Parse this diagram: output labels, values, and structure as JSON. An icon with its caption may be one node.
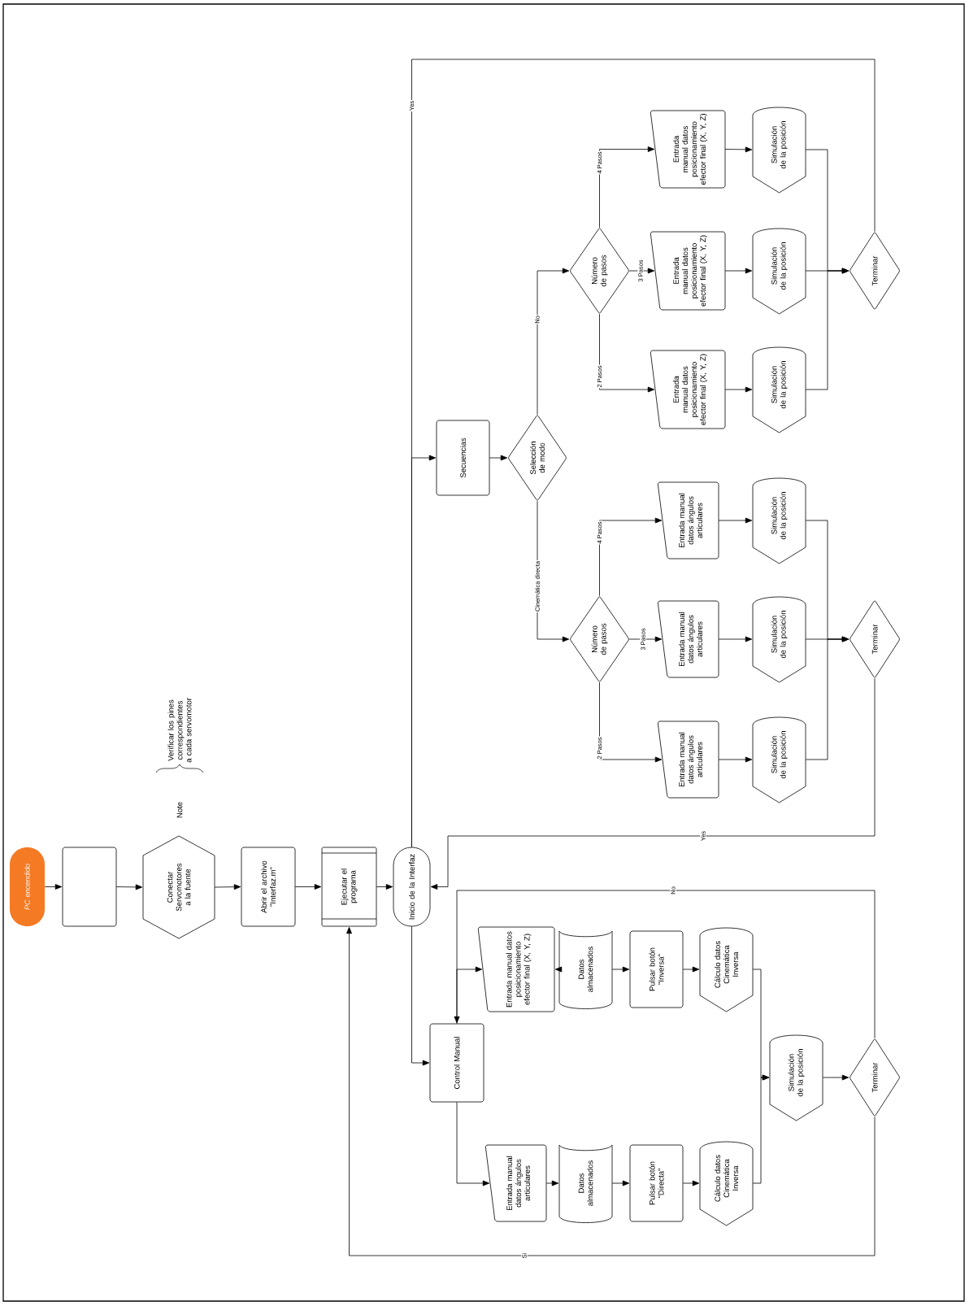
{
  "diagram": {
    "nodes": [
      {
        "text": [
          "PC encendido"
        ]
      },
      {
        "text": [],
        "shape": "box"
      },
      {
        "text": [
          "Conectar Servomotores a la fuente"
        ]
      },
      {
        "text": [
          "Abrir el archivo \"Interfaz.m\""
        ]
      },
      {
        "text": [
          "Ejecutar el programa"
        ]
      },
      {
        "text": [
          "Inicio de la Interfaz"
        ]
      },
      {
        "text": [
          "Secuencias"
        ]
      },
      {
        "text": [
          "Selección de modo"
        ]
      },
      {
        "text": [
          "Número de pasos"
        ]
      },
      {
        "text": [
          "Entrada manual datos posicionamiento efector final (X, Y, Z)"
        ]
      },
      {
        "text": [
          "Entrada manual datos posicionamiento efector final (X, Y, Z)"
        ]
      },
      {
        "text": [
          "Entrada manual datos posicionamiento efector final (X, Y, Z)"
        ]
      },
      {
        "text": [
          "Simulación de la posición"
        ]
      },
      {
        "text": [
          "Simulación de la posición"
        ]
      },
      {
        "text": [
          "Simulación de la posición"
        ]
      },
      {
        "text": [
          "Terminar"
        ]
      },
      {
        "text": [
          "Número de pasos"
        ]
      },
      {
        "text": [
          "Entrada manual datos ángulos articulares"
        ]
      },
      {
        "text": [
          "Entrada manual datos ángulos articulares"
        ]
      },
      {
        "text": [
          "Entrada manual datos ángulos articulares"
        ]
      },
      {
        "text": [
          "Simulación de la posición"
        ]
      },
      {
        "text": [
          "Simulación de la posición"
        ]
      },
      {
        "text": [
          "Simulación de la posición"
        ]
      },
      {
        "text": [
          "Terminar"
        ]
      },
      {
        "text": [
          "Control Manual"
        ]
      },
      {
        "text": [
          "Entrada manual datos posicionamiento efector final (X, Y, Z)"
        ]
      },
      {
        "text": [
          "Datos almacenados"
        ]
      },
      {
        "text": [
          "Pulsar botón \"Inversa\""
        ]
      },
      {
        "text": [
          "Cálculo datos Cinemática Inversa"
        ]
      },
      {
        "text": [
          "Entrada manual datos ángulos articulares"
        ]
      },
      {
        "text": [
          "Datos almacenados"
        ]
      },
      {
        "text": [
          "Pulsar botón \"Directa\""
        ]
      },
      {
        "text": [
          "Cálculo datos Cinemática Inversa"
        ]
      },
      {
        "text": [
          "Simulación de la posición"
        ]
      },
      {
        "text": [
          "Terminar"
        ]
      }
    ],
    "edges": [
      {
        "from": 0,
        "to": 1,
        "arrow": "to"
      },
      {
        "from": 1,
        "to": 2,
        "arrow": "to"
      },
      {
        "from": 2,
        "to": 3,
        "arrow": "to"
      },
      {
        "from": 3,
        "to": 4,
        "arrow": "to"
      },
      {
        "from": 4,
        "to": 5,
        "arrow": "to"
      },
      {
        "from": 5,
        "to": 6,
        "arrow": "to"
      },
      {
        "from": 6,
        "to": 7,
        "arrow": "to"
      },
      {
        "from": 7,
        "to": 8,
        "arrow": "to",
        "label": "No"
      },
      {
        "from": 7,
        "to": 16,
        "arrow": "to",
        "label": "Cinemática directa"
      },
      {
        "from": 8,
        "to": 9,
        "arrow": "to",
        "label": "4 Pasos"
      },
      {
        "from": 8,
        "to": 10,
        "arrow": "to",
        "label": "3 Pasos"
      },
      {
        "from": 8,
        "to": 11,
        "arrow": "to",
        "label": "2 Pasos"
      },
      {
        "from": 9,
        "to": 12,
        "arrow": "to"
      },
      {
        "from": 10,
        "to": 13,
        "arrow": "to"
      },
      {
        "from": 11,
        "to": 14,
        "arrow": "to"
      },
      {
        "from": 12,
        "to": 15,
        "arrow": "to"
      },
      {
        "from": 13,
        "to": 15,
        "arrow": "to"
      },
      {
        "from": 14,
        "to": 15,
        "arrow": "to"
      },
      {
        "from": 15,
        "to": 5,
        "arrow": "none",
        "label": "Yes"
      },
      {
        "from": 16,
        "to": 17,
        "arrow": "to",
        "label": "4 Pasos"
      },
      {
        "from": 16,
        "to": 18,
        "arrow": "to",
        "label": "3 Pasos"
      },
      {
        "from": 16,
        "to": 19,
        "arrow": "to",
        "label": "2 Pasos"
      },
      {
        "from": 17,
        "to": 20,
        "arrow": "to"
      },
      {
        "from": 18,
        "to": 21,
        "arrow": "to"
      },
      {
        "from": 19,
        "to": 22,
        "arrow": "to"
      },
      {
        "from": 20,
        "to": 23,
        "arrow": "to"
      },
      {
        "from": 21,
        "to": 23,
        "arrow": "to"
      },
      {
        "from": 22,
        "to": 23,
        "arrow": "to"
      },
      {
        "from": 23,
        "to": 5,
        "arrow": "to",
        "label": "Yes"
      },
      {
        "from": 5,
        "to": 24,
        "arrow": "to"
      },
      {
        "from": 24,
        "to": 25,
        "arrow": "to"
      },
      {
        "from": 24,
        "to": 29,
        "arrow": "to"
      },
      {
        "from": 26,
        "to": 25,
        "arrow": "to"
      },
      {
        "from": 26,
        "to": 27,
        "arrow": "to"
      },
      {
        "from": 27,
        "to": 28,
        "arrow": "to"
      },
      {
        "from": 29,
        "to": 30,
        "arrow": "to"
      },
      {
        "from": 30,
        "to": 31,
        "arrow": "to"
      },
      {
        "from": 31,
        "to": 32,
        "arrow": "to"
      },
      {
        "from": 28,
        "to": 33,
        "arrow": "to"
      },
      {
        "from": 32,
        "to": 33,
        "arrow": "to"
      },
      {
        "from": 33,
        "to": 34,
        "arrow": "to"
      },
      {
        "from": 34,
        "to": 24,
        "arrow": "to",
        "label": "No"
      },
      {
        "from": 34,
        "to": 4,
        "arrow": "to",
        "label": "Si"
      }
    ],
    "labels": [
      "Note",
      "Verificar los pines correspondientes a cada servomotor"
    ]
  }
}
